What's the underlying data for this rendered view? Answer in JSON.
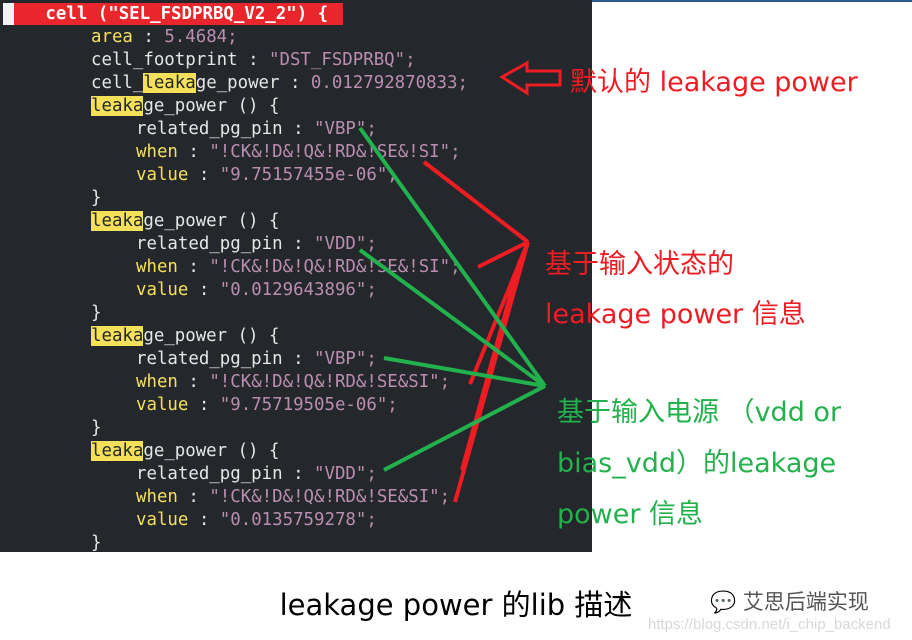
{
  "code": {
    "header": "cell (\"SEL_FSDPRBQ_V2_2\") {",
    "area_key": "area",
    "area_val": "5.4684;",
    "footprint_key": "cell_footprint",
    "footprint_val": "\"DST_FSDPRBQ\";",
    "cell_leak_hl": "leaka",
    "cell_leak_rest": "ge_power",
    "cell_leak_val": "0.012792870833;",
    "blocks": [
      {
        "pin": "\"VBP\";",
        "when": "\"!CK&!D&!Q&!RD&!SE&!SI\";",
        "value": "\"9.75157455e-06\";"
      },
      {
        "pin": "\"VDD\";",
        "when": "\"!CK&!D&!Q&!RD&!SE&!SI\";",
        "value": "\"0.0129643896\";"
      },
      {
        "pin": "\"VBP\";",
        "when": "\"!CK&!D&!Q&!RD&!SE&SI\";",
        "value": "\"9.75719505e-06\";"
      },
      {
        "pin": "\"VDD\";",
        "when": "\"!CK&!D&!Q&!RD&!SE&SI\";",
        "value": "\"0.0135759278\";"
      }
    ],
    "leak_hl": "leaka",
    "leak_rest": "ge_power () {",
    "pin_key": "related_pg_pin",
    "when_key": "when",
    "value_key": "value",
    "sep": " : ",
    "close": "}"
  },
  "annotations": {
    "default": "默认的 leakage power",
    "state_1": "基于输入状态的",
    "state_2": "leakage power 信息",
    "supply_1": "基于输入电源 （vdd or",
    "supply_2": "bias_vdd）的leakage",
    "supply_3": "power 信息"
  },
  "caption": "leakage power 的lib 描述",
  "watermark": {
    "name": "艾思后端实现",
    "url": "https://blog.csdn.net/i_chip_backend"
  },
  "colors": {
    "red": "#ee1c23",
    "green": "#22b14c",
    "highlight": "#f5e05a",
    "code_bg": "#24272b"
  }
}
